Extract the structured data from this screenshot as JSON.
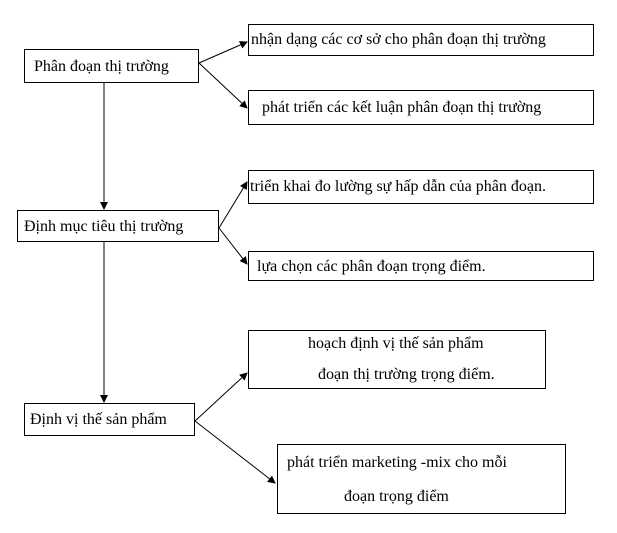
{
  "nodes": {
    "segmentation": {
      "label": "Phân đoạn thị trường"
    },
    "targeting": {
      "label": "Định mục tiêu thị trường"
    },
    "positioning": {
      "label": "Định vị thế sản phẩm"
    }
  },
  "steps": {
    "identify_bases": {
      "label": "nhận dạng các cơ sở cho phân đoạn thị trường"
    },
    "develop_profiles": {
      "label": "phát triển các kết luận  phân đoạn thị trường"
    },
    "measure_attractiveness": {
      "label": "triển khai đo lường sự hấp dẫn của phân đoạn."
    },
    "select_targets": {
      "label": "lựa chọn các phân đoạn trọng điểm."
    },
    "plan_positioning": {
      "line1": "hoạch định vị thế sản phẩm",
      "line2": "đoạn thị trường trọng điểm."
    },
    "develop_mix": {
      "line1": "phát triển marketing -mix cho mỗi",
      "line2": "đoạn trọng điểm"
    }
  }
}
